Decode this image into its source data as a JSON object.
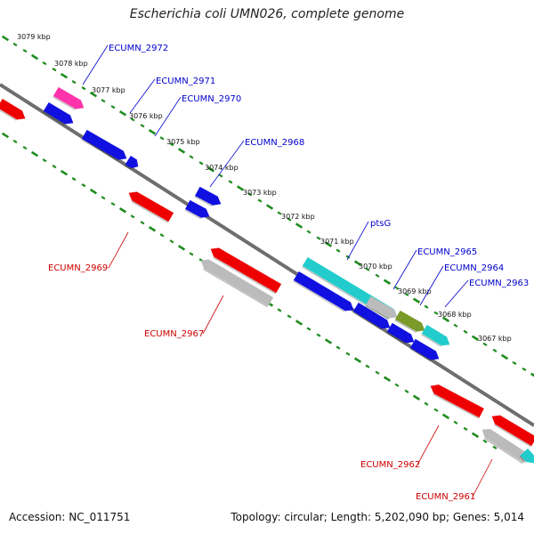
{
  "title": "Escherichia coli UMN026, complete genome",
  "footer": {
    "accession": "Accession: NC_011751",
    "summary": "Topology: circular; Length: 5,202,090 bp; Genes: 5,014"
  },
  "colors": {
    "background": "#ffffff",
    "backbone": "#6e6e6e",
    "tick": "#1e8c1e",
    "forward_label": "#0000cc",
    "reverse_label": "#cc0000",
    "red_gene": "#ee0000",
    "blue_gene": "#1010e0",
    "pink_gene": "#ff33aa",
    "cyan_gene": "#22cccc",
    "gray_gene": "#bbbbbb",
    "olive_gene": "#7a9a2a"
  },
  "kbp_labels": [
    "3079 kbp",
    "3078 kbp",
    "3077 kbp",
    "3076 kbp",
    "3075 kbp",
    "3074 kbp",
    "3073 kbp",
    "3072 kbp",
    "3071 kbp",
    "3070 kbp",
    "3069 kbp",
    "3068 kbp",
    "3067 kbp"
  ],
  "gene_labels_forward": [
    "ECUMN_2972",
    "ECUMN_2971",
    "ECUMN_2970",
    "ECUMN_2968",
    "ptsG",
    "ECUMN_2965",
    "ECUMN_2964",
    "ECUMN_2963"
  ],
  "gene_labels_reverse": [
    "ECUMN_2969",
    "ECUMN_2967",
    "ECUMN_2962",
    "ECUMN_2961"
  ]
}
